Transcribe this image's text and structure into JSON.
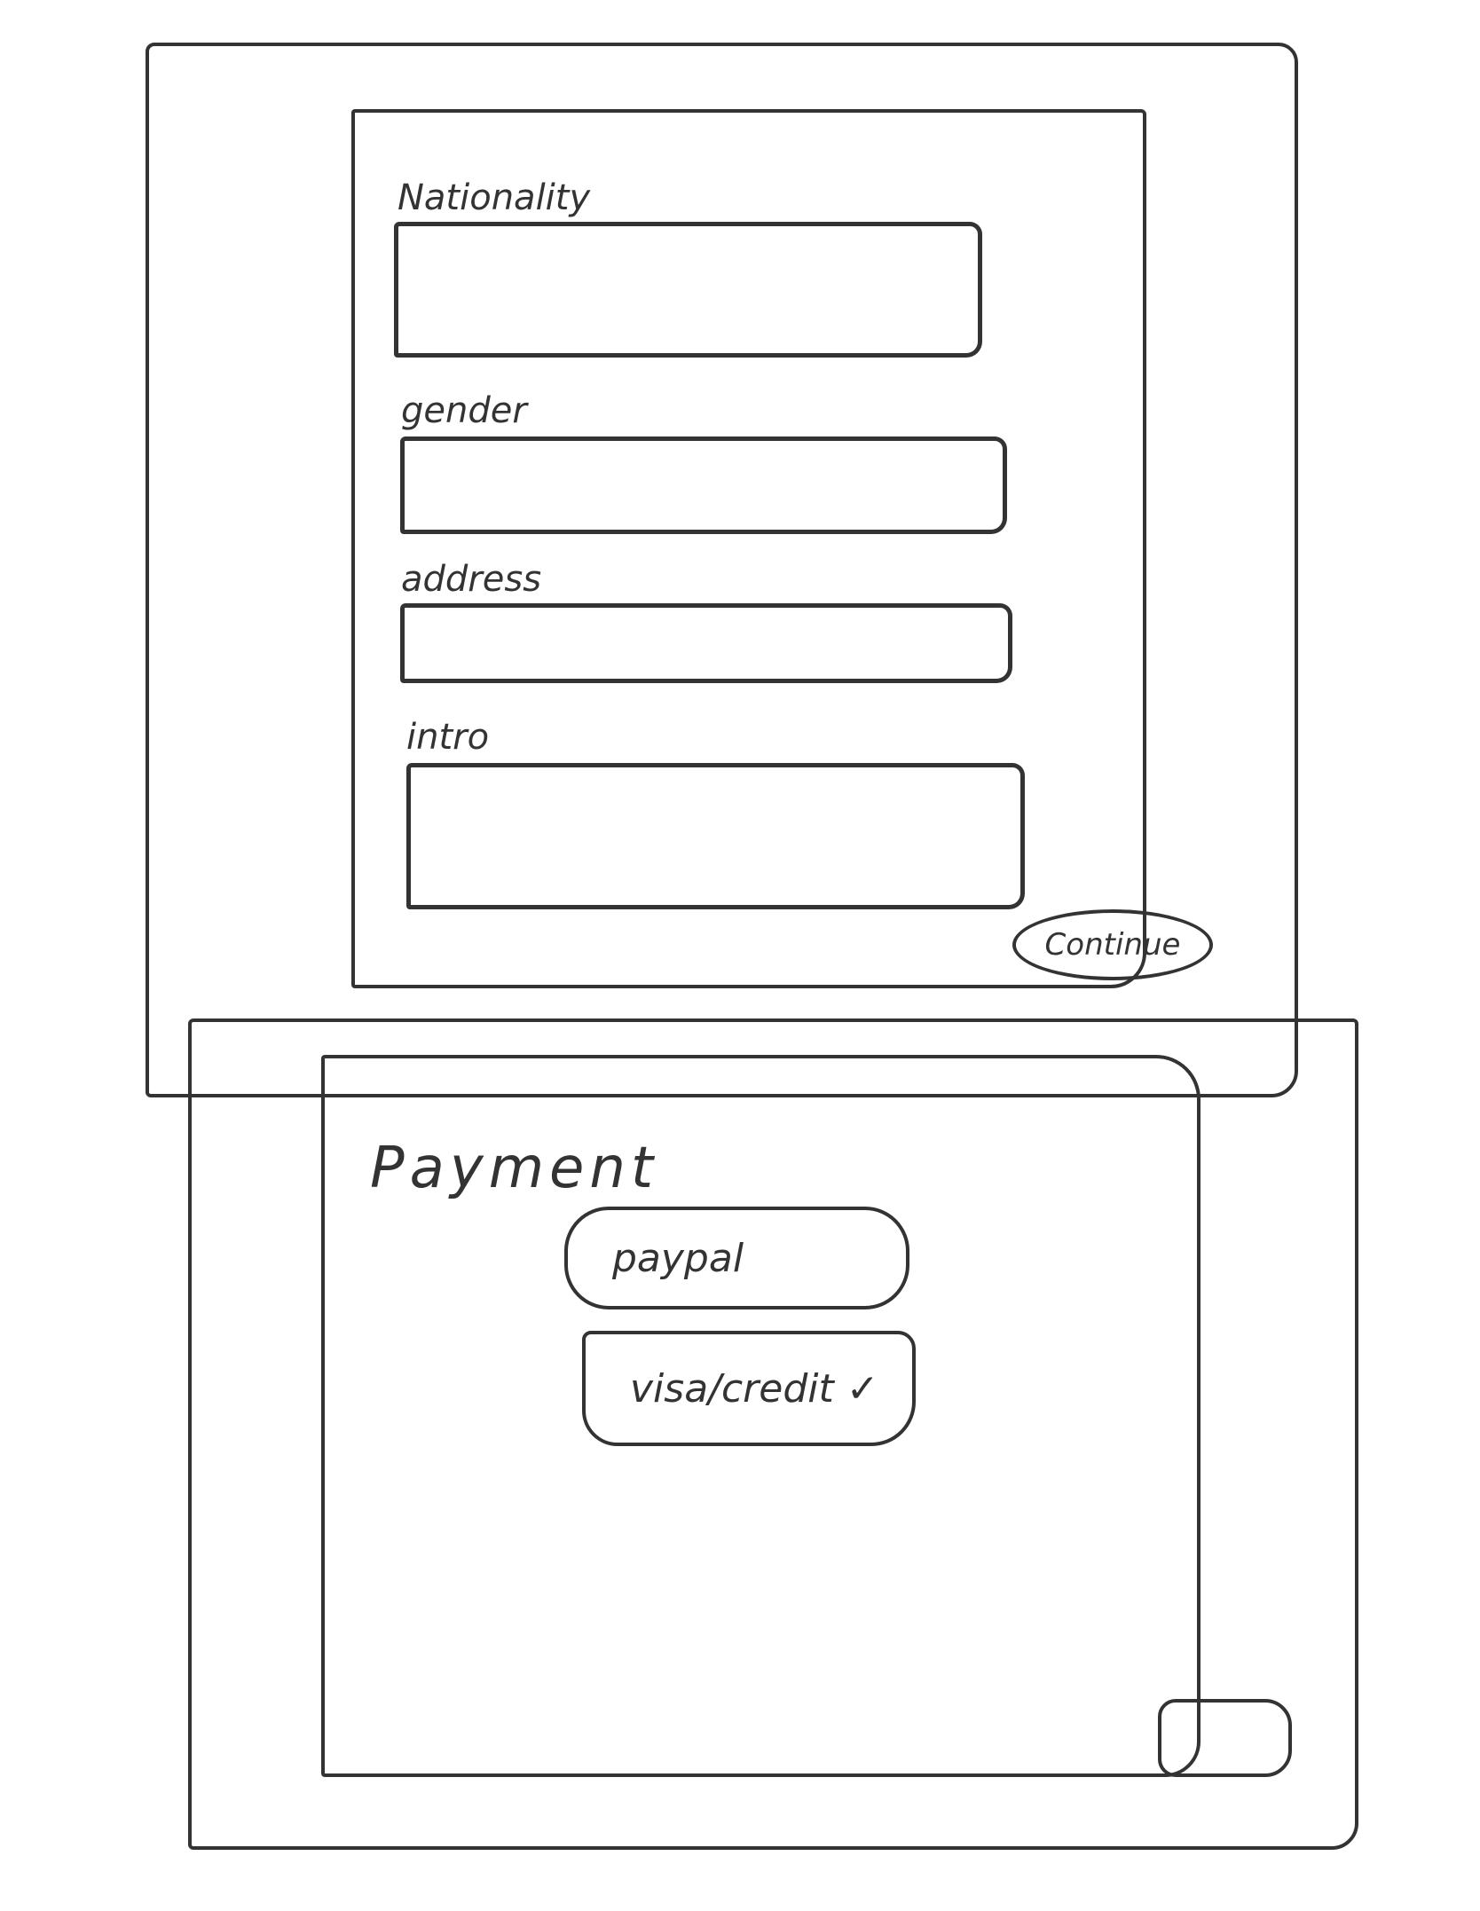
{
  "details_screen": {
    "fields": [
      {
        "label": "Nationality",
        "value": ""
      },
      {
        "label": "gender",
        "value": ""
      },
      {
        "label": "address",
        "value": ""
      },
      {
        "label": "intro",
        "value": ""
      }
    ],
    "continue_label": "Continue"
  },
  "payment_screen": {
    "title": "Payment",
    "options": [
      {
        "label": "paypal",
        "selected": false
      },
      {
        "label": "visa/credit ✓",
        "selected": true
      }
    ]
  }
}
